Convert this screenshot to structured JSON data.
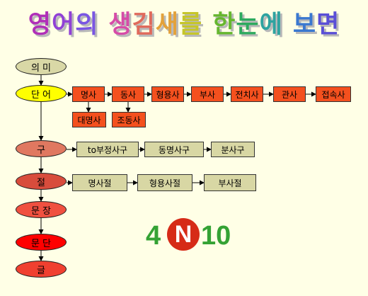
{
  "title": {
    "text": "영어의 생김새를 한눈에 보면",
    "chars": [
      {
        "ch": "영",
        "color": "#B02FB8"
      },
      {
        "ch": "어",
        "color": "#9141D6"
      },
      {
        "ch": "의",
        "color": "#7A56E2"
      },
      {
        "ch": " ",
        "color": "#000000"
      },
      {
        "ch": "생",
        "color": "#D64CA8"
      },
      {
        "ch": "김",
        "color": "#E06A5C"
      },
      {
        "ch": "새",
        "color": "#E3A13A"
      },
      {
        "ch": "를",
        "color": "#C6C62A"
      },
      {
        "ch": " ",
        "color": "#000000"
      },
      {
        "ch": "한",
        "color": "#66B72E"
      },
      {
        "ch": "눈",
        "color": "#2EAA5E"
      },
      {
        "ch": "에",
        "color": "#2EA3A0"
      },
      {
        "ch": " ",
        "color": "#000000"
      },
      {
        "ch": "보",
        "color": "#3A78D0"
      },
      {
        "ch": "면",
        "color": "#5A4FD6"
      }
    ]
  },
  "levels": [
    {
      "id": "meaning",
      "label": "의 미",
      "fill": "#D9D8A6"
    },
    {
      "id": "word",
      "label": "단 어",
      "fill": "#FFFF00"
    },
    {
      "id": "phrase",
      "label": "구",
      "fill": "#E07860"
    },
    {
      "id": "clause",
      "label": "절",
      "fill": "#D84C3C"
    },
    {
      "id": "sentence",
      "label": "문 장",
      "fill": "#F05040"
    },
    {
      "id": "paragraph",
      "label": "문 단",
      "fill": "#FF0000"
    },
    {
      "id": "text",
      "label": "글",
      "fill": "#F04030"
    }
  ],
  "word_classes": [
    "명사",
    "동사",
    "형용사",
    "부사",
    "전치사",
    "관사",
    "접속사"
  ],
  "word_sub": [
    "대명사",
    "조동사"
  ],
  "phrases": [
    "to부정사구",
    "동명사구",
    "분사구"
  ],
  "clauses": [
    "명사절",
    "형용사절",
    "부사절"
  ],
  "logo": {
    "left": "4",
    "mark": "N",
    "right": "10"
  }
}
